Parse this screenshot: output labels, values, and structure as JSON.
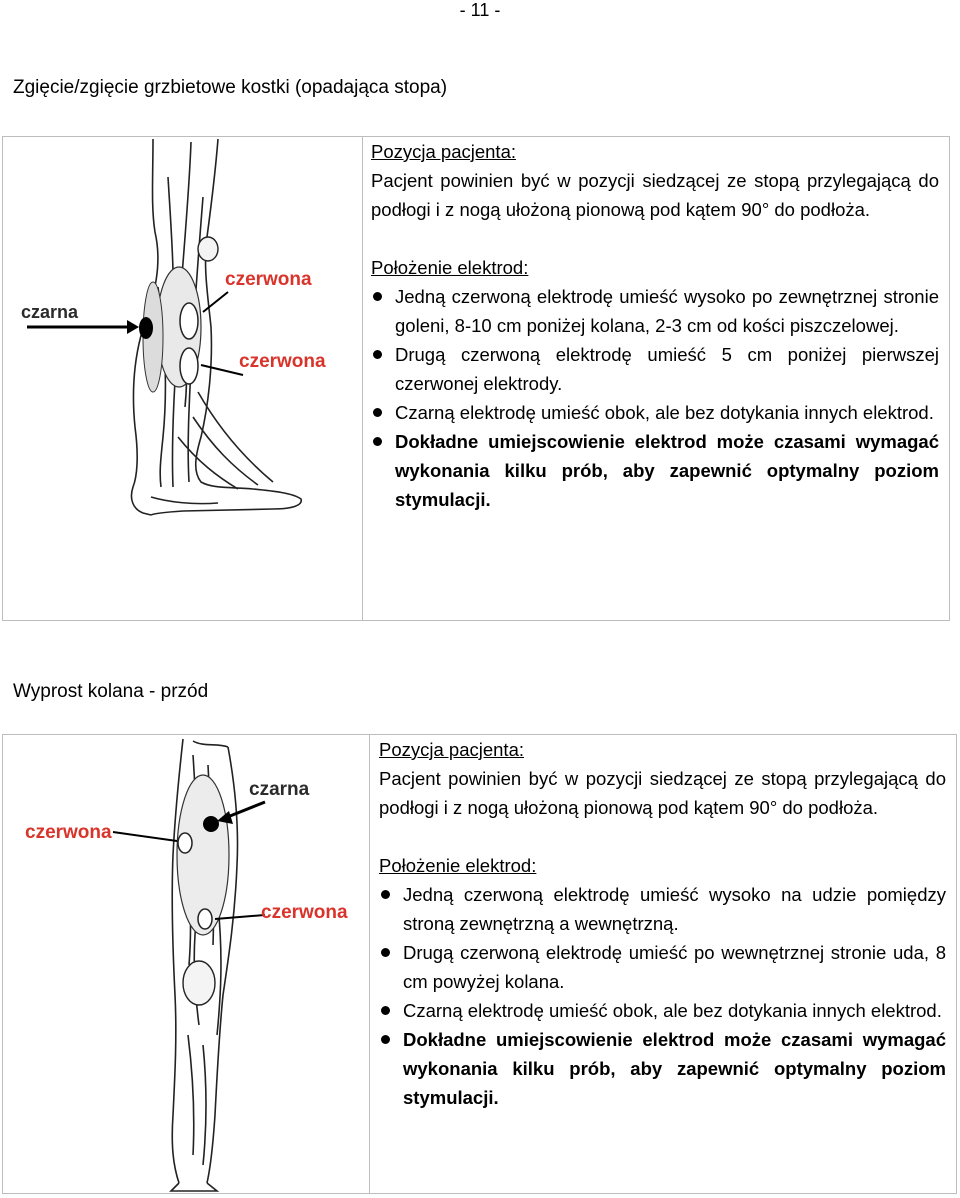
{
  "page_number": "- 11 -",
  "colors": {
    "label_red": "#d9342b",
    "label_dark": "#2b2b2b",
    "border": "#bdbdbd"
  },
  "sections": [
    {
      "title": "Zgięcie/zgięcie grzbietowe kostki (opadająca stopa)",
      "figure_labels": {
        "black": "czarna",
        "red_top": "czerwona",
        "red_bottom": "czerwona"
      },
      "position_heading": "Pozycja pacjenta:",
      "position_text": "Pacjent powinien być w pozycji siedzącej ze stopą przylegającą do podłogi i z nogą ułożoną pionową pod kątem 90° do podłoża.",
      "electrode_heading": "Położenie elektrod:",
      "bullets": [
        "Jedną czerwoną elektrodę umieść wysoko po zewnętrznej stronie goleni, 8-10 cm poniżej kolana, 2-3 cm od kości piszczelowej.",
        "Drugą czerwoną elektrodę umieść 5 cm poniżej pierwszej czerwonej elektrody.",
        "Czarną elektrodę umieść obok, ale bez dotykania innych elektrod."
      ],
      "note": "Dokładne umiejscowienie elektrod może czasami wymagać wykonania kilku prób, aby zapewnić optymalny poziom stymulacji."
    },
    {
      "title": "Wyprost kolana - przód",
      "figure_labels": {
        "black": "czarna",
        "red_top": "czerwona",
        "red_bottom": "czerwona"
      },
      "position_heading": "Pozycja pacjenta:",
      "position_text": "Pacjent powinien być w pozycji siedzącej ze stopą przylegającą do podłogi i z nogą ułożoną pionową pod kątem 90° do podłoża.",
      "electrode_heading": "Położenie elektrod:",
      "bullets": [
        "Jedną czerwoną elektrodę umieść wysoko na udzie pomiędzy stroną zewnętrzną a wewnętrzną.",
        "Drugą czerwoną elektrodę umieść po wewnętrznej stronie uda, 8 cm powyżej kolana.",
        "Czarną elektrodę umieść obok, ale bez dotykania innych elektrod."
      ],
      "note": "Dokładne umiejscowienie elektrod może czasami wymagać wykonania kilku prób, aby zapewnić optymalny poziom stymulacji."
    }
  ]
}
